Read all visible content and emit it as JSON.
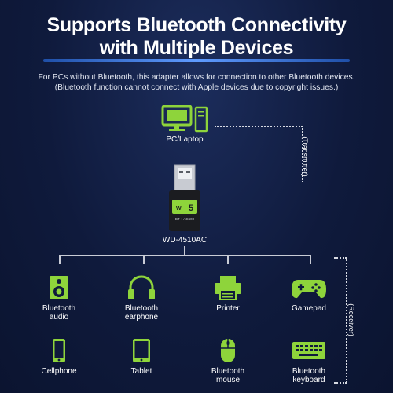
{
  "title_line1": "Supports Bluetooth Connectivity",
  "title_line2": "with Multiple Devices",
  "desc_line1": "For PCs without Bluetooth, this adapter allows for connection to other Bluetooth devices.",
  "desc_line2": "(Bluetooth function cannot connect with Apple devices due to copyright issues.)",
  "pc_label": "PC/Laptop",
  "transmitter_label": "(Transmitter)",
  "receiver_label": "(Receiver)",
  "adapter": {
    "model": "WD-4510AC",
    "badge_number": "5",
    "badge_text": "BT + AC600"
  },
  "devices_row1": [
    {
      "line1": "Bluetooth",
      "line2": "audio"
    },
    {
      "line1": "Bluetooth",
      "line2": "earphone"
    },
    {
      "line1": "Printer",
      "line2": ""
    },
    {
      "line1": "Gamepad",
      "line2": ""
    }
  ],
  "devices_row2": [
    {
      "line1": "Cellphone",
      "line2": ""
    },
    {
      "line1": "Tablet",
      "line2": ""
    },
    {
      "line1": "Bluetooth",
      "line2": "mouse"
    },
    {
      "line1": "Bluetooth",
      "line2": "keyboard"
    }
  ],
  "colors": {
    "accent_green": "#8ed43b",
    "background": "#0f1a3c"
  }
}
